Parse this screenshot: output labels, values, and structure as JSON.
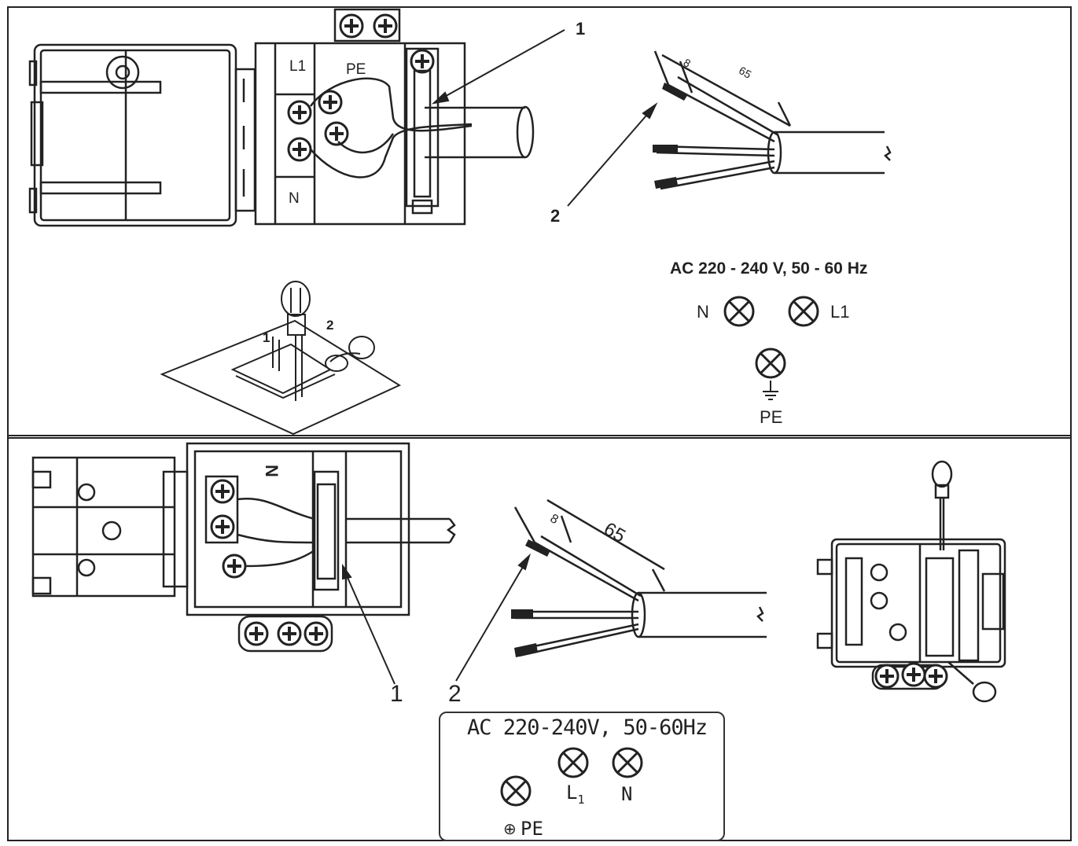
{
  "top": {
    "callout_1": "1",
    "callout_2": "2",
    "terminal_l1": "L1",
    "terminal_pe": "PE",
    "terminal_n": "N",
    "dim_strip": "8",
    "dim_sheath": "65",
    "inset_1": "1",
    "inset_2": "2",
    "spec": {
      "voltage": "AC 220 - 240 V, 50 - 60 Hz",
      "n": "N",
      "l1": "L1",
      "pe": "PE"
    }
  },
  "bottom": {
    "callout_1": "1",
    "callout_2": "2",
    "terminal_n": "N",
    "dim_strip": "8",
    "dim_sheath": "65",
    "spec": {
      "voltage": "AC 220-240V, 50-60Hz",
      "l1_main": "L",
      "l1_sub": "1",
      "n": "N",
      "pe": "PE",
      "pe_symbol": "⊕"
    }
  }
}
